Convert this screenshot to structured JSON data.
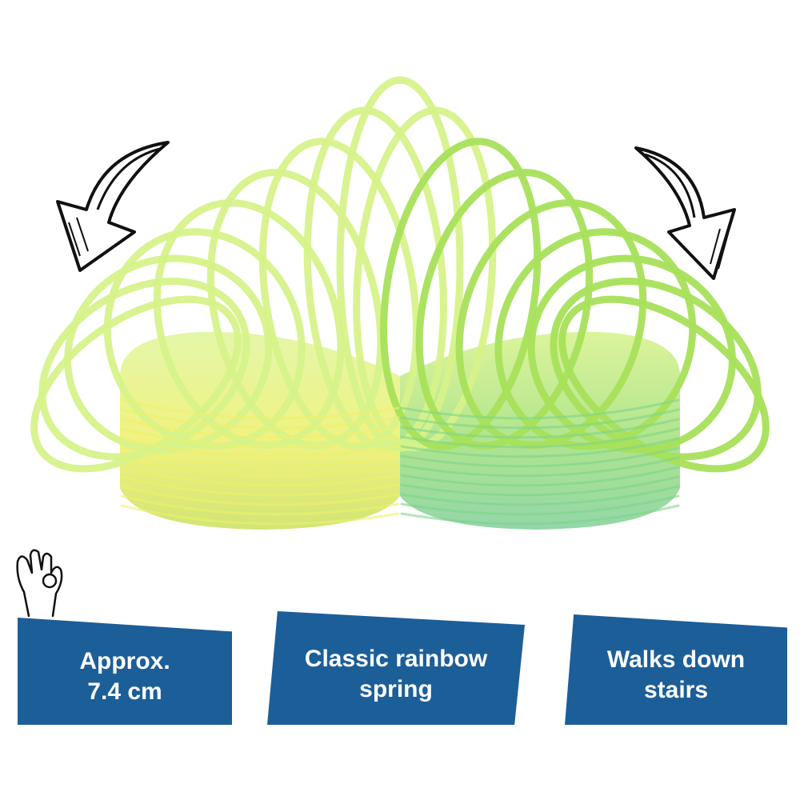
{
  "product": {
    "name_icon": "slinky-spring-illustration",
    "colors": {
      "ring_light": "#d6f28a",
      "ring_mid": "#a8e05a",
      "ring_yellow": "#eef06a",
      "ring_green": "#7fd38a",
      "arrow_stroke": "#111111",
      "badge_bg": "#1c5e98",
      "badge_text": "#ffffff"
    }
  },
  "icons": {
    "left_arrow": "curved-arrow-left-icon",
    "right_arrow": "curved-arrow-right-icon",
    "hand": "ok-hand-gesture-icon"
  },
  "features": [
    {
      "line1": "Approx.",
      "line2": "7.4 cm"
    },
    {
      "line1": "Classic rainbow",
      "line2": "spring"
    },
    {
      "line1": "Walks down",
      "line2": "stairs"
    }
  ]
}
